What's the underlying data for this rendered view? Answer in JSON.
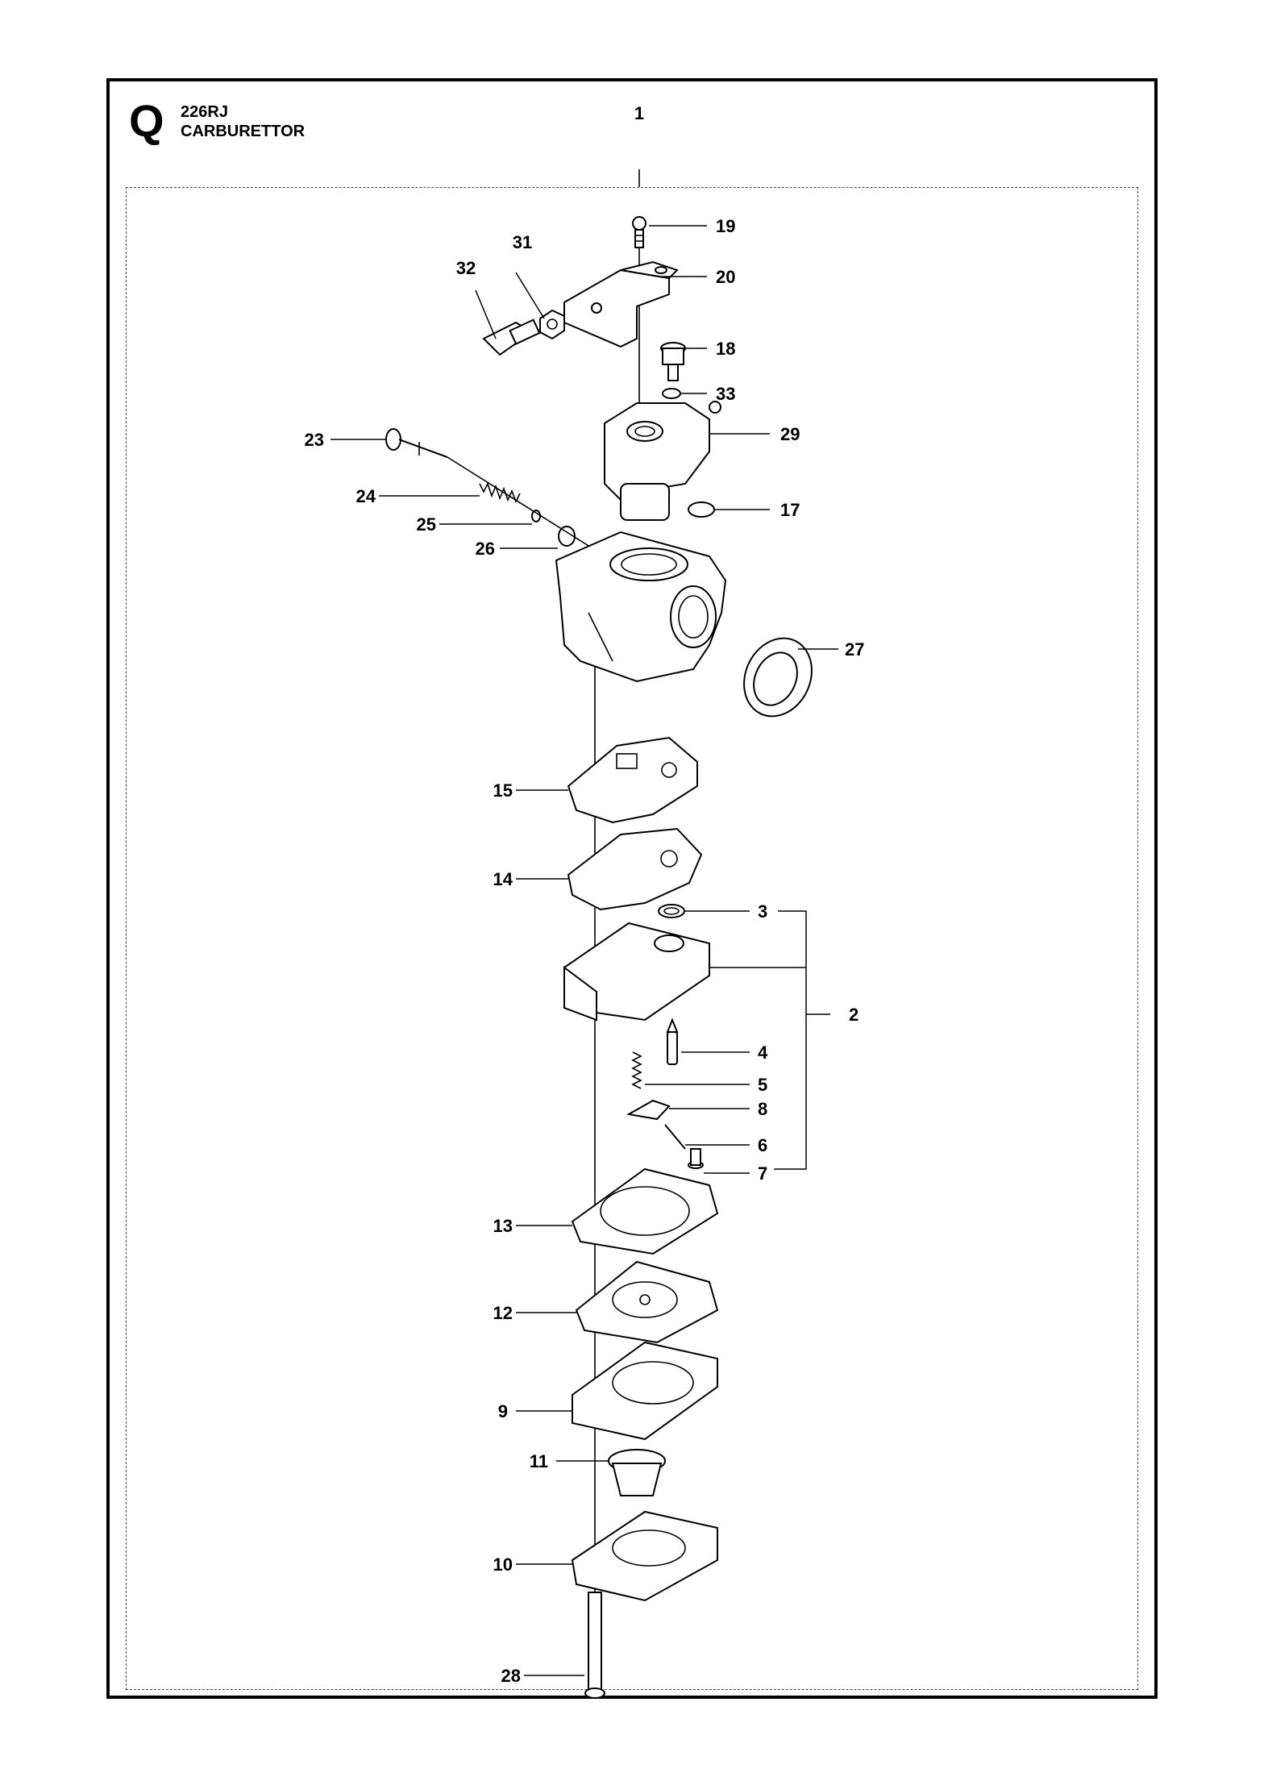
{
  "header": {
    "section_letter": "Q",
    "model": "226RJ",
    "title": "CARBURETTOR"
  },
  "callouts": [
    "1",
    "2",
    "3",
    "4",
    "5",
    "6",
    "7",
    "8",
    "9",
    "10",
    "11",
    "12",
    "13",
    "14",
    "15",
    "17",
    "18",
    "19",
    "20",
    "23",
    "24",
    "25",
    "26",
    "27",
    "28",
    "29",
    "31",
    "32",
    "33"
  ],
  "colors": {
    "line": "#000000",
    "background": "#ffffff"
  }
}
